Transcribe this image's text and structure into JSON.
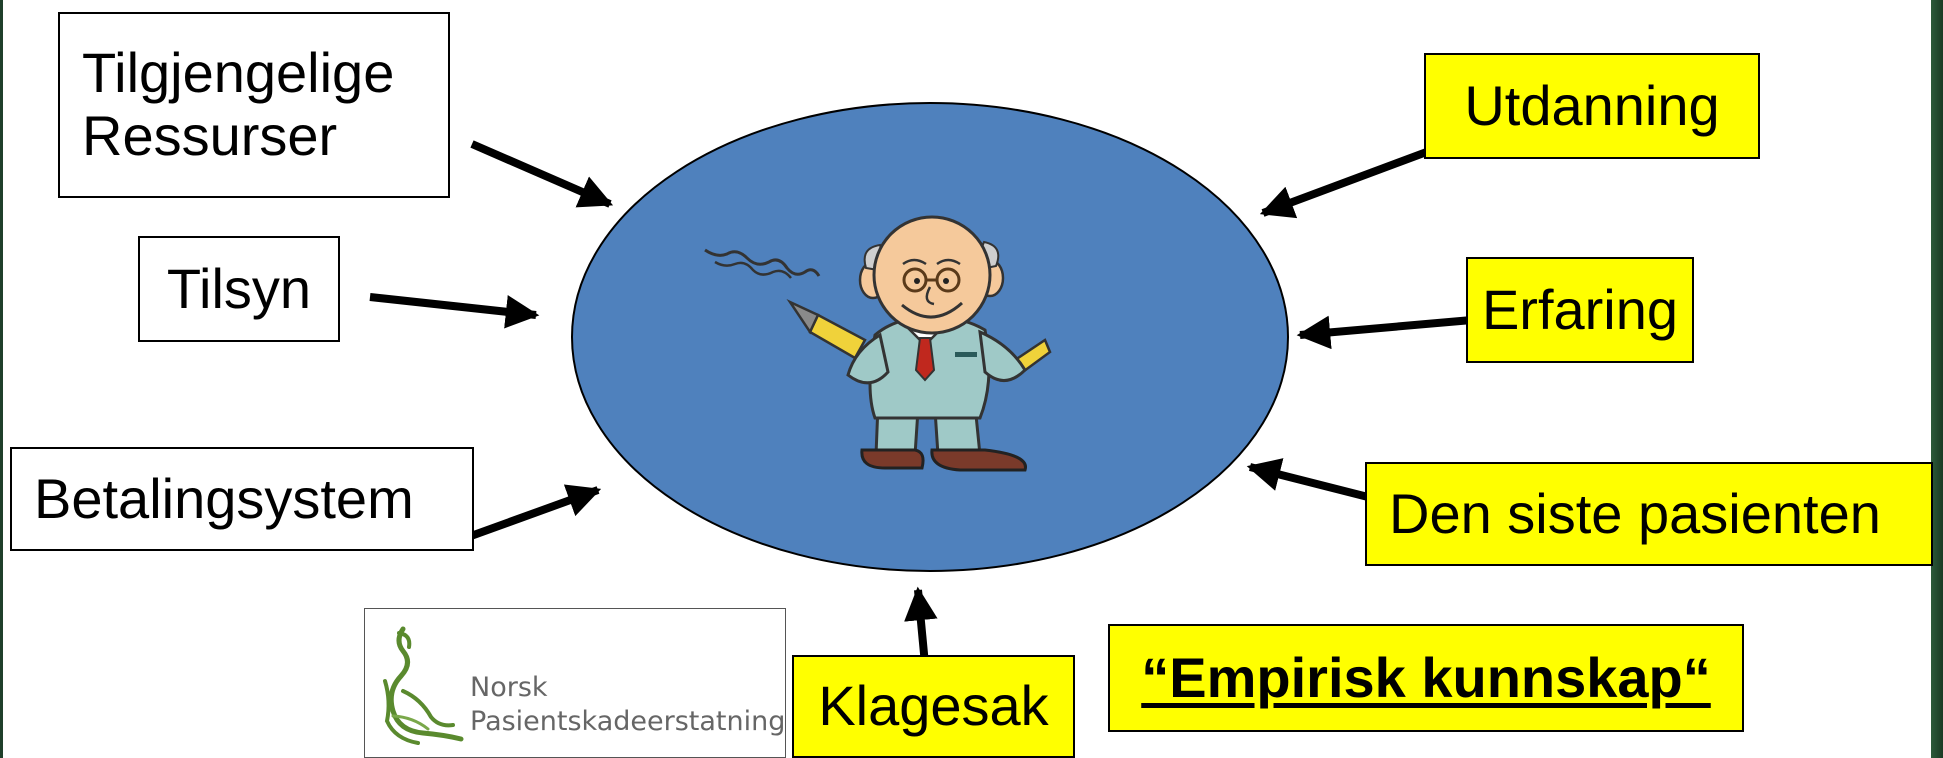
{
  "boxes": {
    "resources": [
      "Tilgjengelige",
      "Ressurser"
    ],
    "tilsyn": "Tilsyn",
    "betaling": "Betalingsystem",
    "utdanning": "Utdanning",
    "erfaring": "Erfaring",
    "siste": "Den siste pasienten",
    "klagesak": "Klagesak",
    "empirisk": "“Empirisk kunnskap“"
  },
  "logo": {
    "line1": "Norsk",
    "line2": "Pasientskadeerstatning"
  },
  "colors": {
    "ellipse": "#4f81bd",
    "highlight": "#ffff00",
    "logo_green": "#5a8a2e"
  },
  "icons": {
    "central": "doctor-with-pen-icon",
    "logo": "npe-logo-icon"
  }
}
